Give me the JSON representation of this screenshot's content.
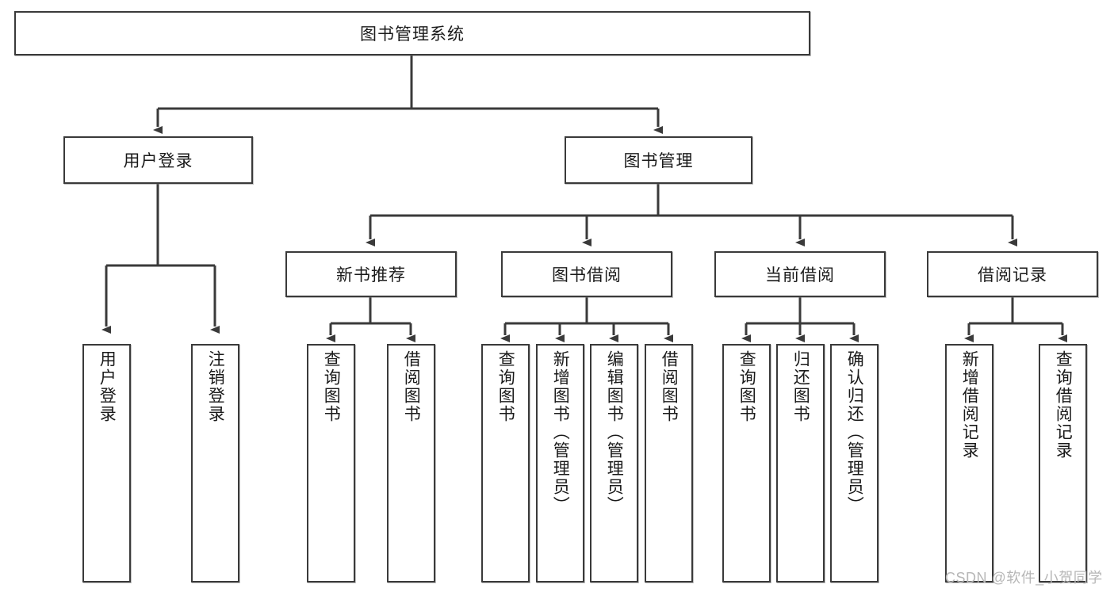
{
  "diagram": {
    "type": "tree",
    "title": "图书管理系统",
    "watermark": "CSDN @软件_小贺同学",
    "colors": {
      "stroke": "#3a3a3a",
      "fill": "#ffffff",
      "text": "#1a1a1a",
      "watermark": "#b7b7b7"
    },
    "nodes": {
      "root": {
        "label": "图书管理系统",
        "orientation": "horizontal"
      },
      "l1": [
        {
          "id": "user-login",
          "label": "用户登录",
          "orientation": "horizontal"
        },
        {
          "id": "book-manage",
          "label": "图书管理",
          "orientation": "horizontal"
        }
      ],
      "l2": [
        {
          "id": "new-book-rec",
          "label": "新书推荐",
          "orientation": "horizontal"
        },
        {
          "id": "book-borrow",
          "label": "图书借阅",
          "orientation": "horizontal"
        },
        {
          "id": "current-borrow",
          "label": "当前借阅",
          "orientation": "horizontal"
        },
        {
          "id": "borrow-record",
          "label": "借阅记录",
          "orientation": "horizontal"
        }
      ],
      "leaves": [
        {
          "id": "leaf-user-login",
          "label": "用户登录",
          "parent": "user-login",
          "orientation": "vertical"
        },
        {
          "id": "leaf-user-logout",
          "label": "注销登录",
          "parent": "user-login",
          "orientation": "vertical"
        },
        {
          "id": "leaf-query-book-1",
          "label": "查询图书",
          "parent": "new-book-rec",
          "orientation": "vertical"
        },
        {
          "id": "leaf-borrow-book-1",
          "label": "借阅图书",
          "parent": "new-book-rec",
          "orientation": "vertical"
        },
        {
          "id": "leaf-query-book-2",
          "label": "查询图书",
          "parent": "book-borrow",
          "orientation": "vertical"
        },
        {
          "id": "leaf-add-book",
          "label": "新增图书（管理员）",
          "parent": "book-borrow",
          "orientation": "vertical"
        },
        {
          "id": "leaf-edit-book",
          "label": "编辑图书（管理员）",
          "parent": "book-borrow",
          "orientation": "vertical"
        },
        {
          "id": "leaf-borrow-book-2",
          "label": "借阅图书",
          "parent": "book-borrow",
          "orientation": "vertical"
        },
        {
          "id": "leaf-query-book-3",
          "label": "查询图书",
          "parent": "current-borrow",
          "orientation": "vertical"
        },
        {
          "id": "leaf-return-book",
          "label": "归还图书",
          "parent": "current-borrow",
          "orientation": "vertical"
        },
        {
          "id": "leaf-confirm-return",
          "label": "确认归还（管理员）",
          "parent": "current-borrow",
          "orientation": "vertical"
        },
        {
          "id": "leaf-add-record",
          "label": "新增借阅记录",
          "parent": "borrow-record",
          "orientation": "vertical"
        },
        {
          "id": "leaf-query-record",
          "label": "查询借阅记录",
          "parent": "borrow-record",
          "orientation": "vertical"
        }
      ]
    }
  }
}
